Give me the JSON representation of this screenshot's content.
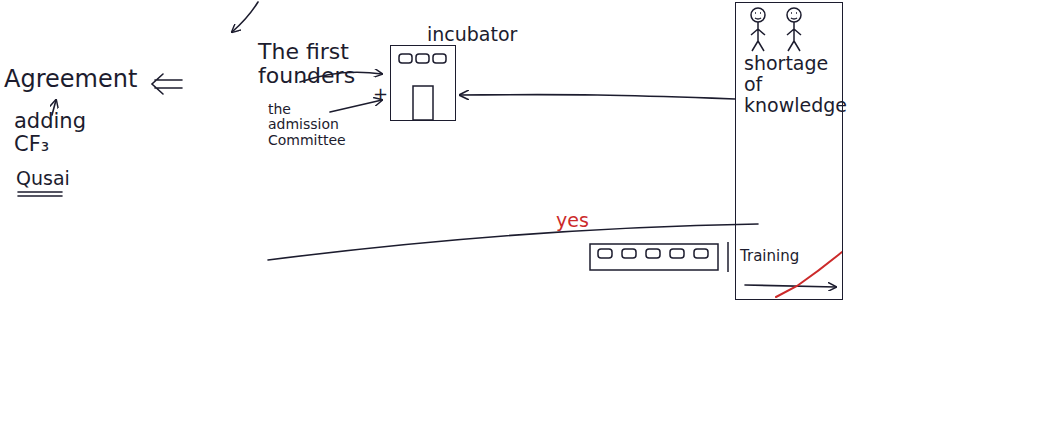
{
  "diagram": {
    "nodes": [
      {
        "text": [
          "incubator"
        ]
      },
      {
        "text": [
          "shortage of knowledge"
        ]
      },
      {
        "text": [
          "Training"
        ]
      }
    ],
    "edges": [
      {
        "from": 1,
        "to": 0,
        "arrow": "to"
      }
    ],
    "labels": [
      "The first founders",
      "+",
      "the admission Committee",
      "Agreement",
      "adding CF₃",
      "Qusai",
      "yes"
    ]
  }
}
